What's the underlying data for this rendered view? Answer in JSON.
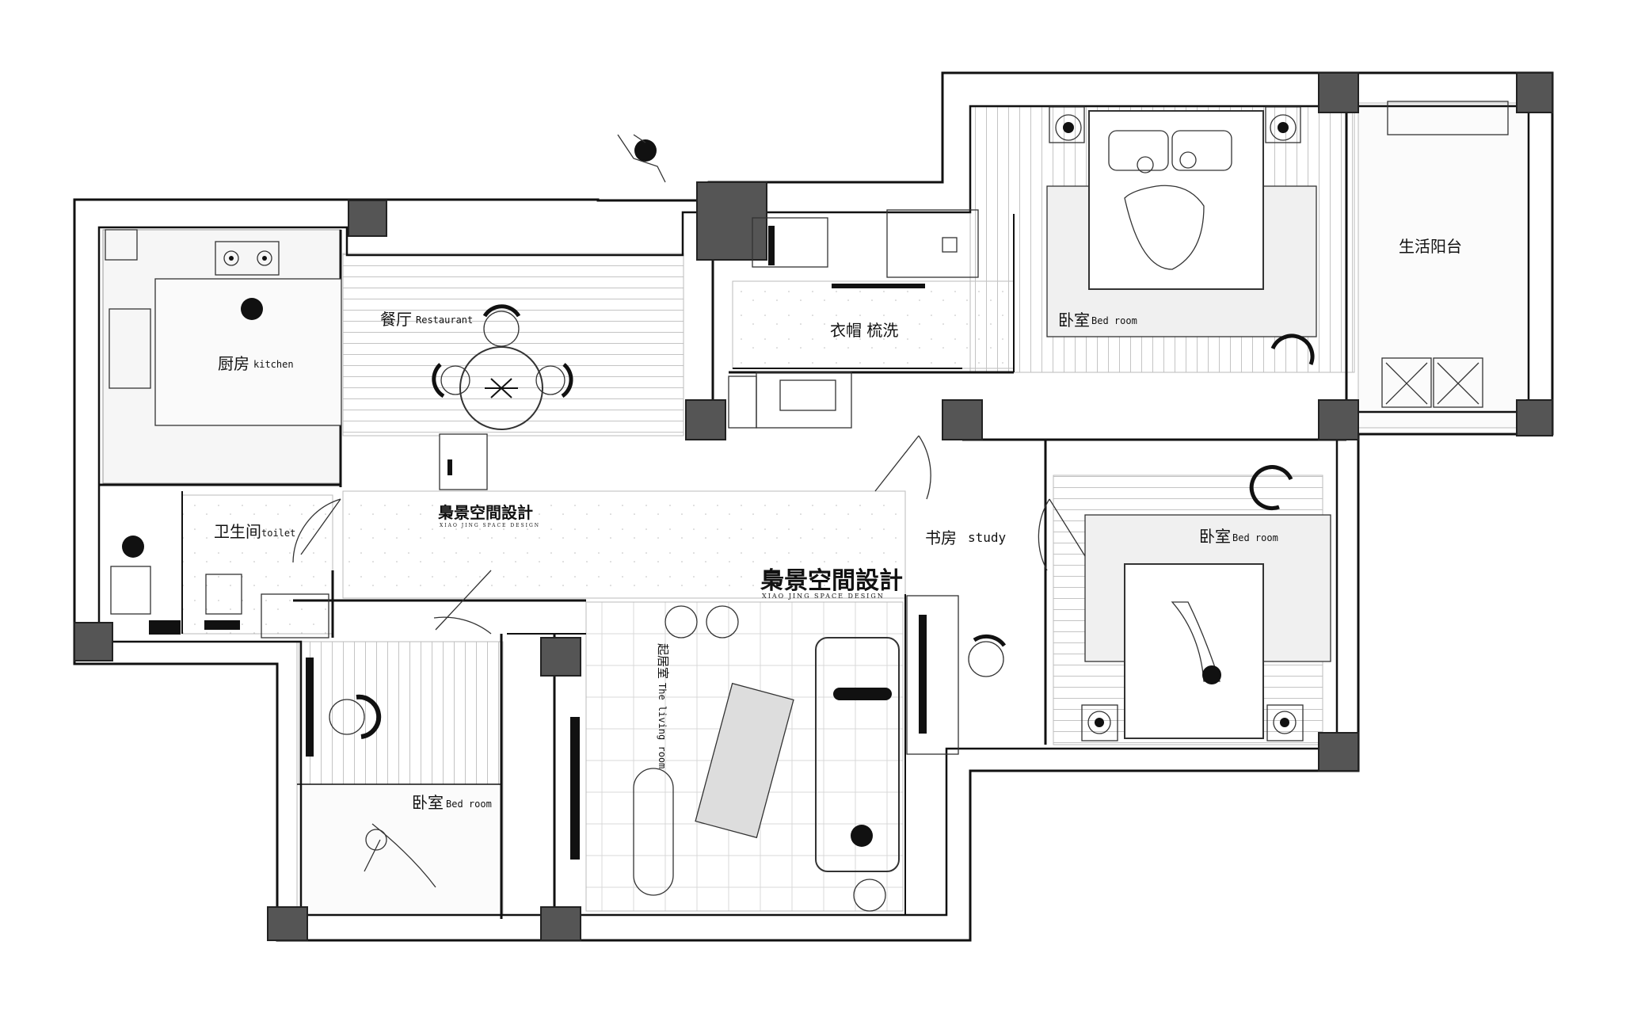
{
  "rooms": {
    "kitchen": {
      "cn": "厨房",
      "en": "kitchen"
    },
    "restaurant": {
      "cn": "餐厅",
      "en": "Restaurant"
    },
    "cloak": {
      "cn": "衣帽 梳洗"
    },
    "bedroom_master": {
      "cn": "卧室",
      "en": "Bed room"
    },
    "balcony": {
      "cn": "生活阳台"
    },
    "toilet": {
      "cn": "卫生间",
      "en": "toilet"
    },
    "study": {
      "cn": "书房",
      "en": "study"
    },
    "bedroom_right": {
      "cn": "卧室",
      "en": "Bed room"
    },
    "living": {
      "cn": "起居室",
      "en": "The living room"
    },
    "bedroom_left": {
      "cn": "卧室",
      "en": "Bed room"
    }
  },
  "watermark": {
    "cn": "梟景空間設計",
    "en": "XIAO JING SPACE DESIGN"
  },
  "colors": {
    "wall": "#111111",
    "column": "#555555",
    "floor": "#f6f6f6",
    "background": "#ffffff"
  }
}
